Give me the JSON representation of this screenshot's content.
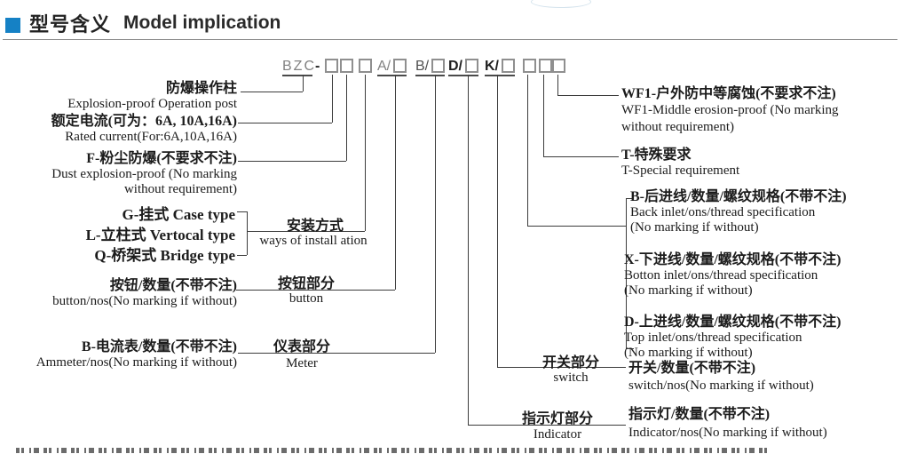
{
  "header": {
    "title_zh": "型号含义",
    "title_en": "Model implication"
  },
  "model_code": {
    "prefix": "BZC",
    "separator": "-",
    "group_a": "A/",
    "group_b": "B/",
    "group_d": "D/",
    "group_k": "K/"
  },
  "left_labels": {
    "operation_post": {
      "zh": "防爆操作柱",
      "en": "Explosion-proof Operation post"
    },
    "rated_current": {
      "zh": "额定电流(可为：6A, 10A,16A)",
      "en": "Rated current(For:6A,10A,16A)"
    },
    "dust_proof": {
      "zh": "F-粉尘防爆(不要求不注)",
      "en1": "Dust explosion-proof (No marking",
      "en2": "without requirement)"
    },
    "install_types": {
      "g": "G-挂式 Case type",
      "l": "L-立柱式 Vertocal type",
      "q": "Q-桥架式 Bridge type"
    },
    "button": {
      "zh": "按钮/数量(不带不注)",
      "en": "button/nos(No marking if without)"
    },
    "ammeter": {
      "zh": "B-电流表/数量(不带不注)",
      "en": "Ammeter/nos(No marking if without)"
    }
  },
  "mid_labels": {
    "install": {
      "zh": "安装方式",
      "en": "ways of install ation"
    },
    "button": {
      "zh": "按钮部分",
      "en": "button"
    },
    "meter": {
      "zh": "仪表部分",
      "en": "Meter"
    },
    "switch": {
      "zh": "开关部分",
      "en": "switch"
    },
    "indicator": {
      "zh": "指示灯部分",
      "en": "Indicator"
    }
  },
  "right_labels": {
    "wf1": {
      "zh": "WF1-户外防中等腐蚀(不要求不注)",
      "en1": "WF1-Middle erosion-proof (No marking",
      "en2": "without requirement)"
    },
    "special": {
      "zh": "T-特殊要求",
      "en": "T-Special requirement"
    },
    "back_inlet": {
      "zh": "B-后进线/数量/螺纹规格(不带不注)",
      "en1": "Back inlet/ons/thread specification",
      "en2": "(No marking if without)"
    },
    "bottom_inlet": {
      "zh": "X-下进线/数量/螺纹规格(不带不注)",
      "en1": "Botton inlet/ons/thread specification",
      "en2": "(No marking if without)"
    },
    "top_inlet": {
      "zh": "D-上进线/数量/螺纹规格(不带不注)",
      "en1": "Top inlet/ons/thread specification",
      "en2": "(No marking if without)"
    },
    "switch": {
      "zh": "开关/数量(不带不注)",
      "en": "switch/nos(No marking if without)"
    },
    "indicator": {
      "zh": "指示灯/数量(不带不注)",
      "en": "Indicator/nos(No marking if without)"
    }
  },
  "colors": {
    "accent": "#1581c5",
    "line": "#3c3c3c",
    "text": "#1b1b1b"
  }
}
